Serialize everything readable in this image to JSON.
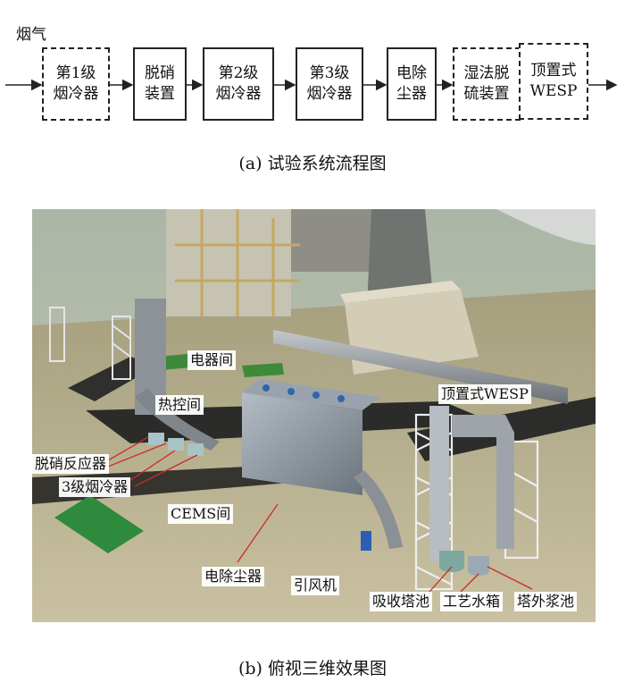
{
  "flow": {
    "input_label": "烟气",
    "boxes": [
      {
        "text": "第1级\n烟冷器",
        "dashed": true
      },
      {
        "text": "脱硝\n装置",
        "dashed": false
      },
      {
        "text": "第2级\n烟冷器",
        "dashed": false
      },
      {
        "text": "第3级\n烟冷器",
        "dashed": false
      },
      {
        "text": "电除\n尘器",
        "dashed": false
      },
      {
        "text": "湿法脱\n硫装置",
        "dashed": true
      },
      {
        "text": "顶置式\nWESP",
        "dashed": true
      }
    ]
  },
  "captions": {
    "a": "(a)  试验系统流程图",
    "b": "(b)  俯视三维效果图"
  },
  "scene_labels": {
    "electrical_room": "电器间",
    "thermal_control_room": "热控间",
    "top_wesp": "顶置式WESP",
    "denitration_reactor": "脱硝反应器",
    "stage3_cooler": "3级烟冷器",
    "cems_room": "CEMS间",
    "esp": "电除尘器",
    "id_fan": "引风机",
    "absorber_pool": "吸收塔池",
    "process_water_tank": "工艺水箱",
    "slurry_pool": "塔外浆池"
  }
}
